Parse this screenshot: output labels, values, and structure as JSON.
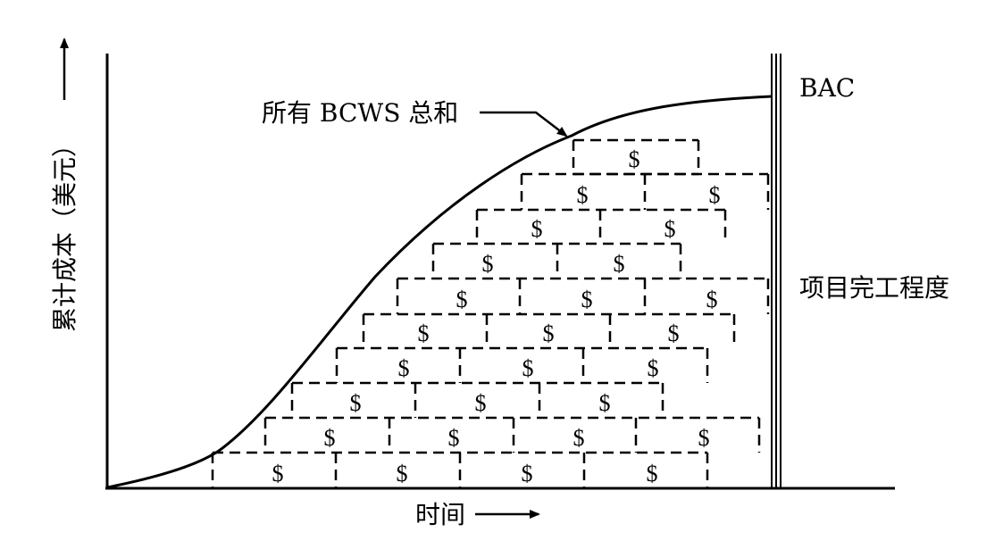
{
  "labels": {
    "y_axis": "累计成本（美元）",
    "x_axis": "时间",
    "curve": "所有 BCWS 总和",
    "bac": "BAC",
    "completion": "项目完工程度"
  },
  "block_symbol": "$",
  "colors": {
    "line": "#000000",
    "background": "#ffffff"
  }
}
